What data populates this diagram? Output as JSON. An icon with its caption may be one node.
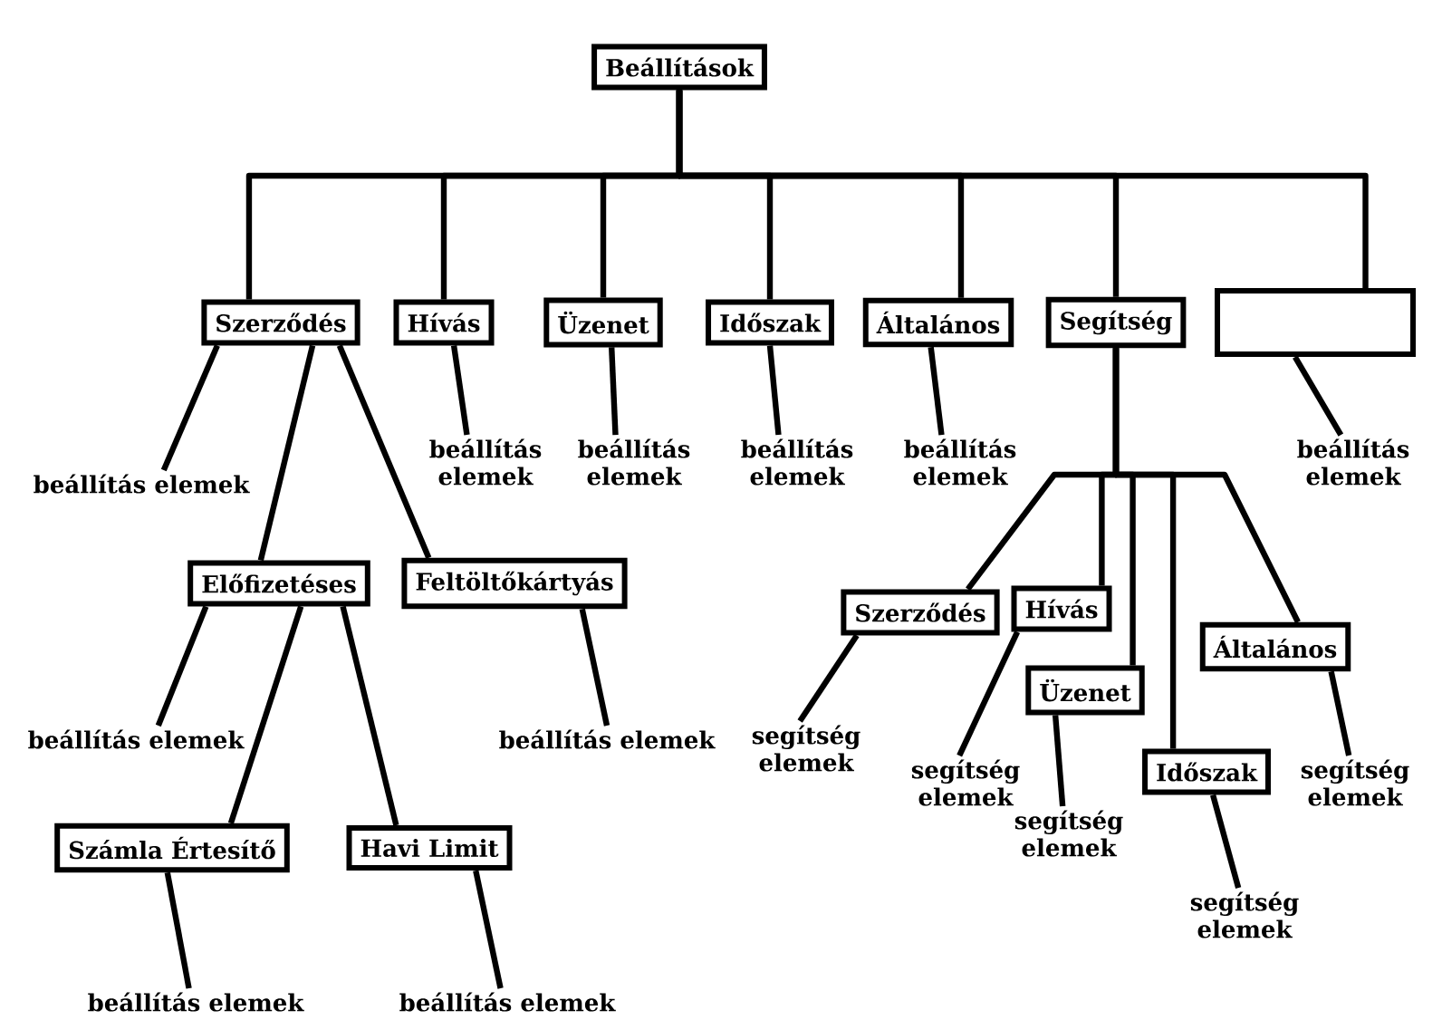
{
  "diagram": {
    "nodes": [
      {
        "text": [
          "Beállítások"
        ]
      },
      {
        "text": [
          "Szerződés"
        ]
      },
      {
        "text": [
          "Hívás"
        ]
      },
      {
        "text": [
          "Üzenet"
        ]
      },
      {
        "text": [
          "Időszak"
        ]
      },
      {
        "text": [
          "Általános"
        ]
      },
      {
        "text": [
          "Segítség"
        ]
      },
      {
        "text": [],
        "shape": "box"
      },
      {
        "text": [
          "beállítás elemek"
        ]
      },
      {
        "text": [
          "beállítás elemek"
        ]
      },
      {
        "text": [
          "beállítás elemek"
        ]
      },
      {
        "text": [
          "beállítás elemek"
        ]
      },
      {
        "text": [
          "beállítás elemek"
        ]
      },
      {
        "text": [
          "beállítás elemek"
        ]
      },
      {
        "text": [
          "Előfizetéses"
        ]
      },
      {
        "text": [
          "Feltöltőkártyás"
        ]
      },
      {
        "text": [
          "Szerződés"
        ]
      },
      {
        "text": [
          "Hívás"
        ]
      },
      {
        "text": [
          "Általános"
        ]
      },
      {
        "text": [
          "Üzenet"
        ]
      },
      {
        "text": [
          "beállítás elemek"
        ]
      },
      {
        "text": [
          "beállítás elemek"
        ]
      },
      {
        "text": [
          "segítség elemek"
        ]
      },
      {
        "text": [
          "segítség elemek"
        ]
      },
      {
        "text": [
          "Időszak"
        ]
      },
      {
        "text": [
          "segítség elemek"
        ]
      },
      {
        "text": [
          "segítség elemek"
        ]
      },
      {
        "text": [
          "Számla Értesítő"
        ]
      },
      {
        "text": [
          "Havi Limit"
        ]
      },
      {
        "text": [
          "segítség elemek"
        ]
      },
      {
        "text": [
          "beállítás elemek"
        ]
      },
      {
        "text": [
          "beállítás elemek"
        ]
      }
    ],
    "edges": [
      {
        "from": 0,
        "to": 1,
        "arrow": "none"
      },
      {
        "from": 0,
        "to": 2,
        "arrow": "none"
      },
      {
        "from": 0,
        "to": 3,
        "arrow": "none"
      },
      {
        "from": 0,
        "to": 4,
        "arrow": "none"
      },
      {
        "from": 0,
        "to": 5,
        "arrow": "none"
      },
      {
        "from": 0,
        "to": 6,
        "arrow": "none"
      },
      {
        "from": 0,
        "to": 7,
        "arrow": "none"
      },
      {
        "from": 1,
        "to": 8,
        "arrow": "none"
      },
      {
        "from": 1,
        "to": 14,
        "arrow": "none"
      },
      {
        "from": 1,
        "to": 15,
        "arrow": "none"
      },
      {
        "from": 2,
        "to": 9,
        "arrow": "none"
      },
      {
        "from": 3,
        "to": 10,
        "arrow": "none"
      },
      {
        "from": 4,
        "to": 11,
        "arrow": "none"
      },
      {
        "from": 5,
        "to": 12,
        "arrow": "none"
      },
      {
        "from": 6,
        "to": 16,
        "arrow": "none"
      },
      {
        "from": 6,
        "to": 17,
        "arrow": "none"
      },
      {
        "from": 6,
        "to": 19,
        "arrow": "none"
      },
      {
        "from": 6,
        "to": 24,
        "arrow": "none"
      },
      {
        "from": 6,
        "to": 18,
        "arrow": "none"
      },
      {
        "from": 7,
        "to": 13,
        "arrow": "none"
      },
      {
        "from": 14,
        "to": 20,
        "arrow": "none"
      },
      {
        "from": 14,
        "to": 27,
        "arrow": "none"
      },
      {
        "from": 14,
        "to": 28,
        "arrow": "none"
      },
      {
        "from": 15,
        "to": 21,
        "arrow": "none"
      },
      {
        "from": 16,
        "to": 22,
        "arrow": "none"
      },
      {
        "from": 17,
        "to": 23,
        "arrow": "none"
      },
      {
        "from": 19,
        "to": 25,
        "arrow": "none"
      },
      {
        "from": 24,
        "to": 29,
        "arrow": "none"
      },
      {
        "from": 18,
        "to": 26,
        "arrow": "none"
      },
      {
        "from": 27,
        "to": 30,
        "arrow": "none"
      },
      {
        "from": 28,
        "to": 31,
        "arrow": "none"
      }
    ]
  }
}
